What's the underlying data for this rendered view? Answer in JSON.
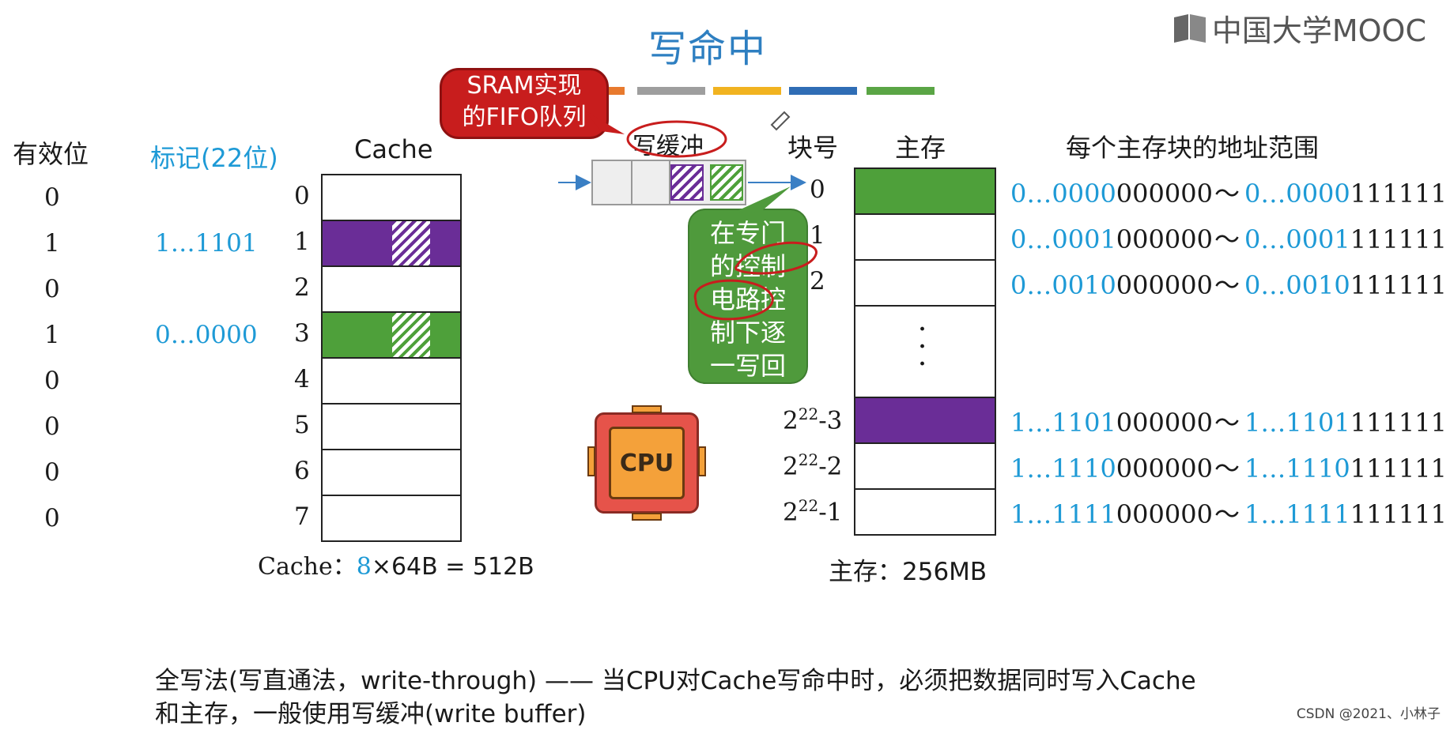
{
  "title": "写命中",
  "logo": {
    "text": "中国大学MOOC",
    "icon": "book-icon"
  },
  "headers": {
    "valid": "有效位",
    "tag": "标记(22位)",
    "cache": "Cache",
    "block_no": "块号",
    "main_mem": "主存",
    "addr_range": "每个主存块的地址范围"
  },
  "cache_rows": [
    {
      "valid": "0",
      "tag": "",
      "index": "0",
      "fill": "none"
    },
    {
      "valid": "1",
      "tag": "1…1101",
      "index": "1",
      "fill": "purple"
    },
    {
      "valid": "0",
      "tag": "",
      "index": "2",
      "fill": "none"
    },
    {
      "valid": "1",
      "tag": "0…0000",
      "index": "3",
      "fill": "green"
    },
    {
      "valid": "0",
      "tag": "",
      "index": "4",
      "fill": "none"
    },
    {
      "valid": "0",
      "tag": "",
      "index": "5",
      "fill": "none"
    },
    {
      "valid": "0",
      "tag": "",
      "index": "6",
      "fill": "none"
    },
    {
      "valid": "0",
      "tag": "",
      "index": "7",
      "fill": "none"
    }
  ],
  "cache_size": {
    "prefix": "Cache：",
    "count": "8",
    "rest": "×64B = 512B"
  },
  "memory_blocks": [
    {
      "label": "0",
      "range_a_blue": "0…0000",
      "range_a_black": "000000",
      "range_b_blue": "0…0000",
      "range_b_black": "111111",
      "fill": "green"
    },
    {
      "label": "1",
      "range_a_blue": "0…0001",
      "range_a_black": "000000",
      "range_b_blue": "0…0001",
      "range_b_black": "111111",
      "fill": "none"
    },
    {
      "label": "2",
      "range_a_blue": "0…0010",
      "range_a_black": "000000",
      "range_b_blue": "0…0010",
      "range_b_black": "111111",
      "fill": "none"
    },
    {
      "label": "2²²-3",
      "base": "2",
      "exp": "22",
      "suffix": "-3",
      "range_a_blue": "1…1101",
      "range_a_black": "000000",
      "range_b_blue": "1…1101",
      "range_b_black": "111111",
      "fill": "purple"
    },
    {
      "label": "2²²-2",
      "base": "2",
      "exp": "22",
      "suffix": "-2",
      "range_a_blue": "1…1110",
      "range_a_black": "000000",
      "range_b_blue": "1…1110",
      "range_b_black": "111111",
      "fill": "none"
    },
    {
      "label": "2²²-1",
      "base": "2",
      "exp": "22",
      "suffix": "-1",
      "range_a_blue": "1…1111",
      "range_a_black": "000000",
      "range_b_blue": "1…1111",
      "range_b_black": "111111",
      "fill": "none"
    }
  ],
  "tilde": "～",
  "ellipsis": "·\n·\n·",
  "main_size": "主存：256MB",
  "write_buffer_label": "写缓冲",
  "callout_sram": {
    "line1": "SRAM实现",
    "line2": "的FIFO队列"
  },
  "callout_ctrl": {
    "line1": "在专门",
    "line2": "的控制",
    "line3": "电路控",
    "line4": "制下逐",
    "line5": "一写回"
  },
  "cpu_label": "CPU",
  "bottom_line1": "全写法(写直通法，write-through) —— 当CPU对Cache写命中时，必须把数据同时写入Cache",
  "bottom_line2": "和主存，一般使用写缓冲(write buffer)",
  "watermark": "CSDN @2021、小林子",
  "colors": {
    "purple": "#6a2d97",
    "green": "#4ea03a",
    "blue_text": "#1e9ad6",
    "title": "#2e7fc1",
    "red_callout": "#c81d1d",
    "green_callout": "#4f9a3c",
    "cpu_orange": "#f4a13a",
    "cpu_red": "#e6534a",
    "bar_colors": [
      "#e87a2e",
      "#9e9e9e",
      "#f1b320",
      "#2f6db5",
      "#5aa545"
    ]
  }
}
